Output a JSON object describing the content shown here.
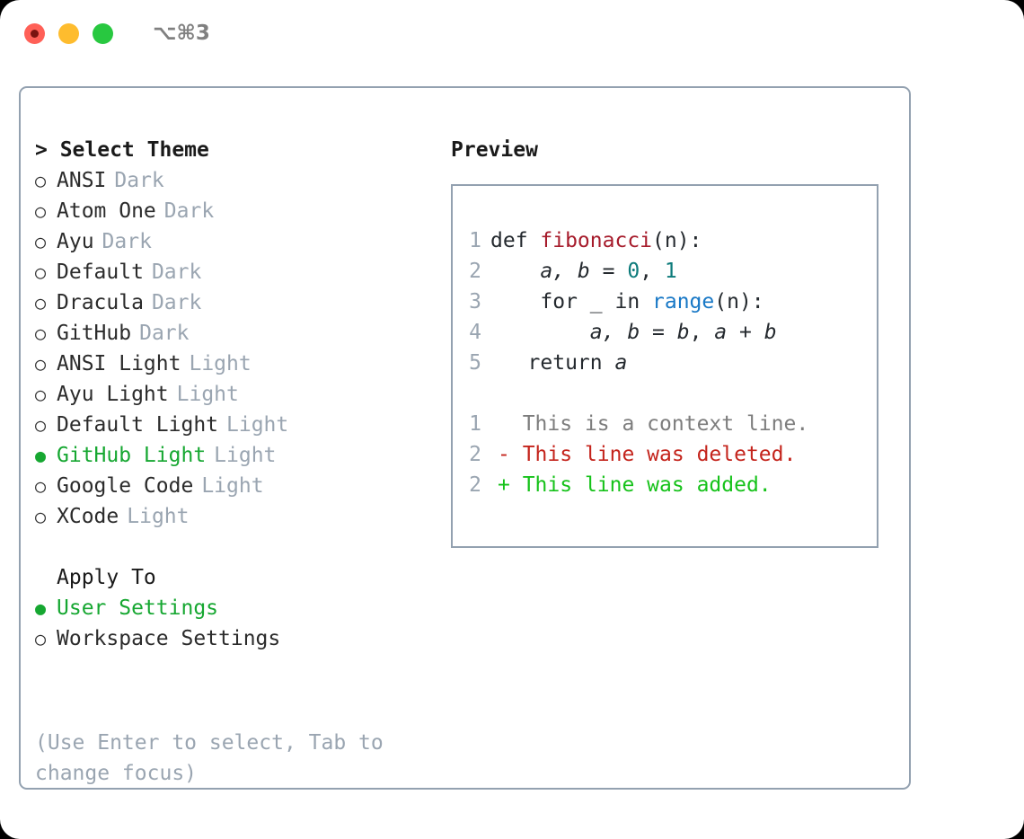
{
  "titlebar": {
    "shortcut": "⌥⌘3",
    "buttons": [
      {
        "name": "close",
        "color": "#ff6057"
      },
      {
        "name": "minimize",
        "color": "#febc2e"
      },
      {
        "name": "zoom",
        "color": "#28c840"
      }
    ]
  },
  "theme_picker": {
    "heading": "> Select Theme",
    "items": [
      {
        "bullet": "○",
        "label": "ANSI",
        "variant": "Dark",
        "selected": false
      },
      {
        "bullet": "○",
        "label": "Atom One",
        "variant": "Dark",
        "selected": false
      },
      {
        "bullet": "○",
        "label": "Ayu",
        "variant": "Dark",
        "selected": false
      },
      {
        "bullet": "○",
        "label": "Default",
        "variant": "Dark",
        "selected": false
      },
      {
        "bullet": "○",
        "label": "Dracula",
        "variant": "Dark",
        "selected": false
      },
      {
        "bullet": "○",
        "label": "GitHub",
        "variant": "Dark",
        "selected": false
      },
      {
        "bullet": "○",
        "label": "ANSI Light",
        "variant": "Light",
        "selected": false
      },
      {
        "bullet": "○",
        "label": "Ayu Light",
        "variant": "Light",
        "selected": false
      },
      {
        "bullet": "○",
        "label": "Default Light",
        "variant": "Light",
        "selected": false
      },
      {
        "bullet": "●",
        "label": "GitHub Light",
        "variant": "Light",
        "selected": true
      },
      {
        "bullet": "○",
        "label": "Google Code",
        "variant": "Light",
        "selected": false
      },
      {
        "bullet": "○",
        "label": "XCode",
        "variant": "Light",
        "selected": false
      }
    ]
  },
  "apply_to": {
    "heading": "Apply To",
    "items": [
      {
        "bullet": "●",
        "label": "User Settings",
        "selected": true
      },
      {
        "bullet": "○",
        "label": "Workspace Settings",
        "selected": false
      }
    ]
  },
  "hint": "(Use Enter to select, Tab to change focus)",
  "preview": {
    "title": "Preview",
    "code_lines": [
      {
        "num": "1",
        "tokens": [
          {
            "t": "def ",
            "k": "plain"
          },
          {
            "t": "fibonacci",
            "k": "fn"
          },
          {
            "t": "(n):",
            "k": "plain"
          }
        ]
      },
      {
        "num": "2",
        "tokens": [
          {
            "t": "    ",
            "k": "plain"
          },
          {
            "t": "a, b",
            "k": "var"
          },
          {
            "t": " = ",
            "k": "plain"
          },
          {
            "t": "0",
            "k": "num"
          },
          {
            "t": ", ",
            "k": "plain"
          },
          {
            "t": "1",
            "k": "num"
          }
        ]
      },
      {
        "num": "3",
        "tokens": [
          {
            "t": "    for _ in ",
            "k": "plain"
          },
          {
            "t": "range",
            "k": "call"
          },
          {
            "t": "(n):",
            "k": "plain"
          }
        ]
      },
      {
        "num": "4",
        "tokens": [
          {
            "t": "        ",
            "k": "plain"
          },
          {
            "t": "a, b",
            "k": "var"
          },
          {
            "t": " = ",
            "k": "plain"
          },
          {
            "t": "b",
            "k": "var"
          },
          {
            "t": ", ",
            "k": "plain"
          },
          {
            "t": "a",
            "k": "var"
          },
          {
            "t": " + ",
            "k": "plain"
          },
          {
            "t": "b",
            "k": "var"
          }
        ]
      },
      {
        "num": "5",
        "tokens": [
          {
            "t": "   return ",
            "k": "plain"
          },
          {
            "t": "a",
            "k": "var"
          }
        ]
      }
    ],
    "diff_lines": [
      {
        "num": "1",
        "marker": " ",
        "text": " This is a context line.",
        "kind": "context"
      },
      {
        "num": "2",
        "marker": "-",
        "text": " This line was deleted.",
        "kind": "deleted"
      },
      {
        "num": "2",
        "marker": "+",
        "text": " This line was added.",
        "kind": "added"
      }
    ]
  },
  "colors": {
    "border": "#93a1b0",
    "accent_green": "#16a731",
    "muted": "#9aa5b1",
    "diff_add": "#16c21a",
    "diff_del": "#c4241c",
    "fn_red": "#a61b2b",
    "num_teal": "#0d7b7b",
    "call_blue": "#1878c6"
  }
}
